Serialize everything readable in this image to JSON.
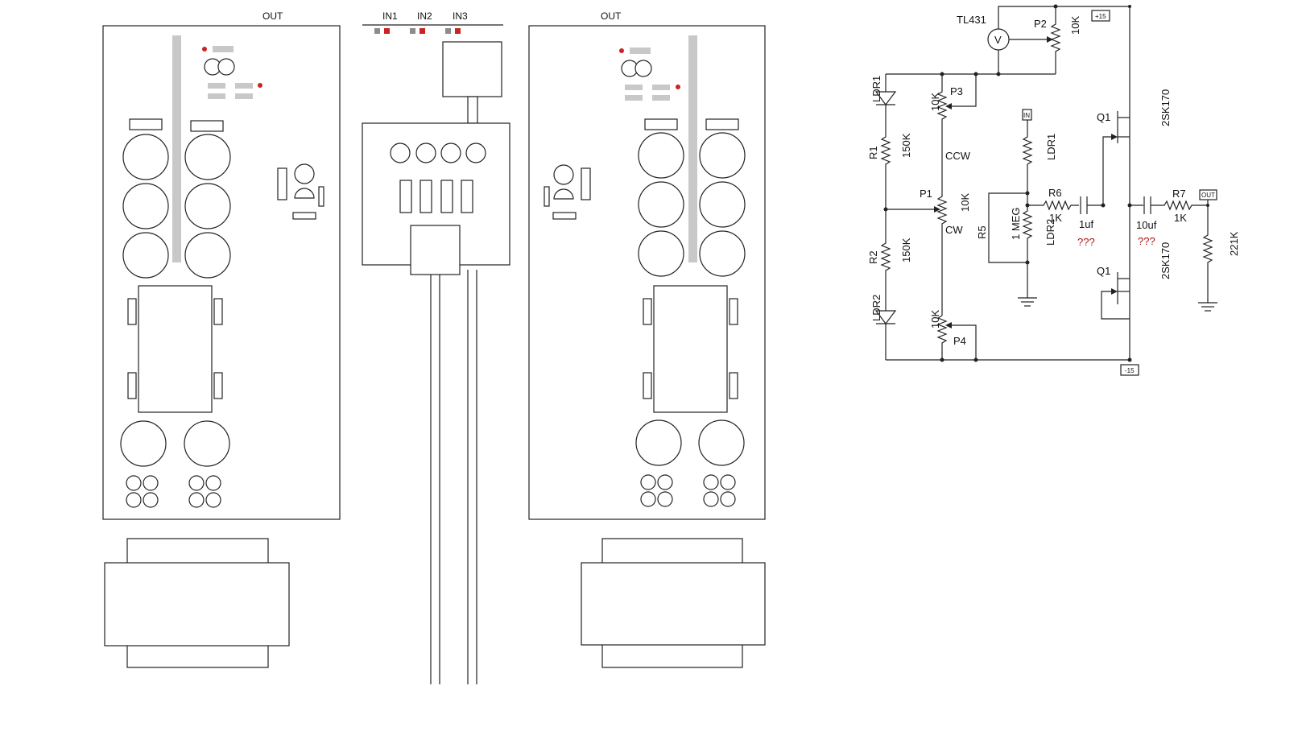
{
  "layout": {
    "out_label_1": "OUT",
    "in1_label": "IN1",
    "in2_label": "IN2",
    "in3_label": "IN3",
    "out_label_2": "OUT"
  },
  "schematic": {
    "tl431": "TL431",
    "v_symbol": "V",
    "p2": "P2",
    "p2_value": "10K",
    "plus15": "+15",
    "minus15": "-15",
    "ldr1_left": "LDR1",
    "p3": "P3",
    "p3_value": "10K",
    "r1": "R1",
    "r1_value": "150K",
    "ccw": "CCW",
    "p1": "P1",
    "p1_value": "10K",
    "cw": "CW",
    "r2": "R2",
    "r2_value": "150K",
    "ldr2_left": "LDR2",
    "p4": "P4",
    "p4_value": "10K",
    "in_tag": "IN",
    "ldr1_mid": "LDR1",
    "r5": "R5",
    "r5_value": "1 MEG",
    "ldr2_mid": "LDR2",
    "r6": "R6",
    "r6_value": "1K",
    "c1_value": "1uf",
    "q1_top": "Q1",
    "q1_top_part": "2SK170",
    "q1_bottom": "Q1",
    "q1_bottom_part": "2SK170",
    "qmark1": "???",
    "c2_value": "10uf",
    "qmark2": "???",
    "r7": "R7",
    "r7_value": "1K",
    "out_tag": "OUT",
    "r_out_value": "221K"
  }
}
